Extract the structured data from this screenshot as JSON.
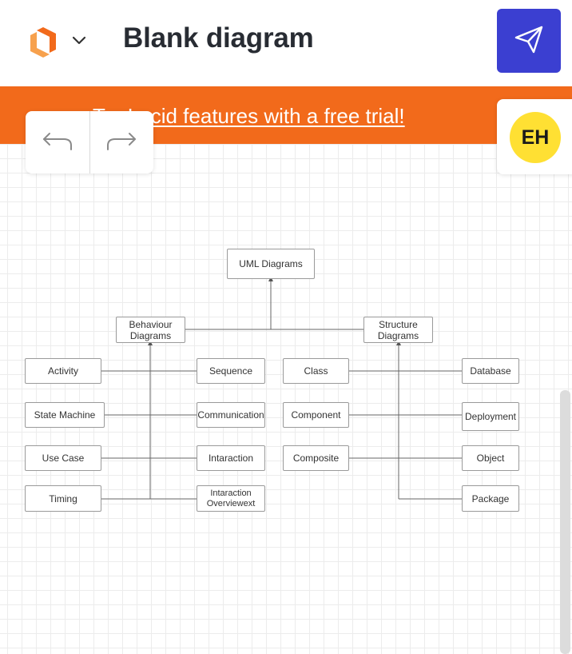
{
  "header": {
    "title": "Blank diagram",
    "logo_icon": "lucid-logo-icon",
    "menu_icon": "chevron-down-icon",
    "share_icon": "paper-plane-icon",
    "share_color": "#3b3fd1",
    "logo_color": "#f26a1b"
  },
  "banner": {
    "text": "Try Lucid features with a free trial!",
    "color": "#f26a1b"
  },
  "toolbar": {
    "undo_icon": "undo-icon",
    "redo_icon": "redo-icon"
  },
  "user": {
    "initials": "EH",
    "avatar_color": "#ffe033"
  },
  "diagram": {
    "root": "UML Diagrams",
    "behaviour": "Behaviour\nDiagrams",
    "structure": "Structure\nDiagrams",
    "activity": "Activity",
    "state_machine": "State Machine",
    "use_case": "Use Case",
    "timing": "Timing",
    "sequence": "Sequence",
    "communication": "Communication",
    "interaction": "Intaraction",
    "interaction_overview": "Intaraction\nOverviewext",
    "class": "Class",
    "component": "Component",
    "composite": "Composite",
    "database": "Database",
    "deployment": "Deployment",
    "object": "Object",
    "package": "Package"
  }
}
